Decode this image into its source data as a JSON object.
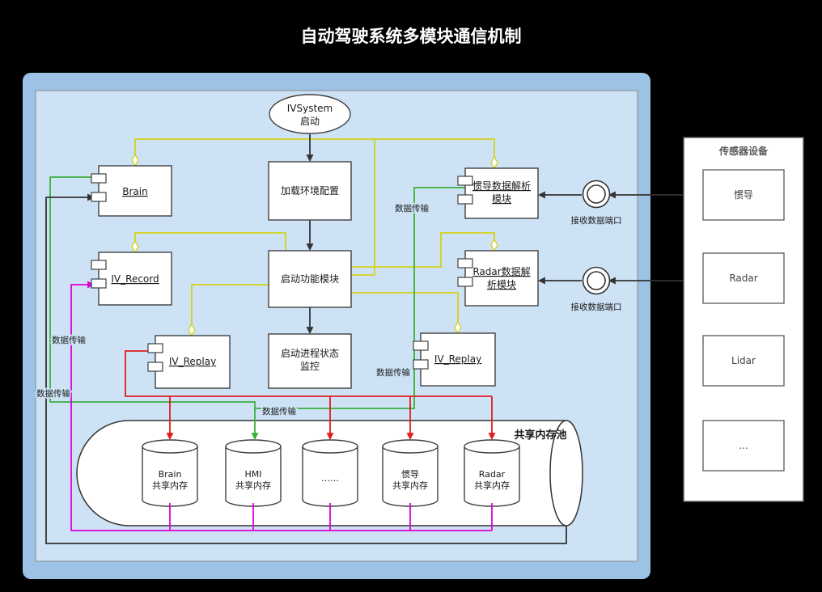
{
  "title": "自动驾驶系统多模块通信机制",
  "nodes": {
    "start": {
      "line1": "IVSystem",
      "line2": "启动"
    },
    "load_config": {
      "label": "加载环境配置"
    },
    "start_modules": {
      "label": "启动功能模块"
    },
    "process_monitor": {
      "line1": "启动进程状态",
      "line2": "监控"
    },
    "brain": {
      "label": "Brain"
    },
    "iv_record": {
      "label": "IV_Record"
    },
    "iv_replay_left": {
      "label": "IV_Replay"
    },
    "ins_parser": {
      "line1": "惯导数据解析",
      "line2": "模块"
    },
    "radar_parser": {
      "line1": "Radar数据解",
      "line2": "析模块"
    },
    "iv_replay_right": {
      "label": "IV_Replay"
    }
  },
  "ports": {
    "port1_label": "接收数据端口",
    "port2_label": "接收数据端口"
  },
  "sensor_panel": {
    "title": "传感器设备",
    "sensors": [
      "惯导",
      "Radar",
      "Lidar",
      "..."
    ]
  },
  "memory_pool": {
    "title": "共享内存池",
    "cylinders": [
      {
        "line1": "Brain",
        "line2": "共享内存"
      },
      {
        "line1": "HMI",
        "line2": "共享内存"
      },
      {
        "line1": "……",
        "line2": ""
      },
      {
        "line1": "惯导",
        "line2": "共享内存"
      },
      {
        "line1": "Radar",
        "line2": "共享内存"
      }
    ]
  },
  "labels": {
    "data_transfer": "数据传输"
  },
  "colors": {
    "background": "#000000",
    "panel_outer": "#9CC3E5",
    "panel_inner": "#CDE3F5",
    "node_fill": "#FFFFFF",
    "node_stroke": "#404040",
    "flow_yellow": "#D2D218",
    "flow_green": "#3CAE3C",
    "flow_red": "#E01F1F",
    "flow_magenta": "#DD00DD",
    "flow_black": "#333333"
  }
}
